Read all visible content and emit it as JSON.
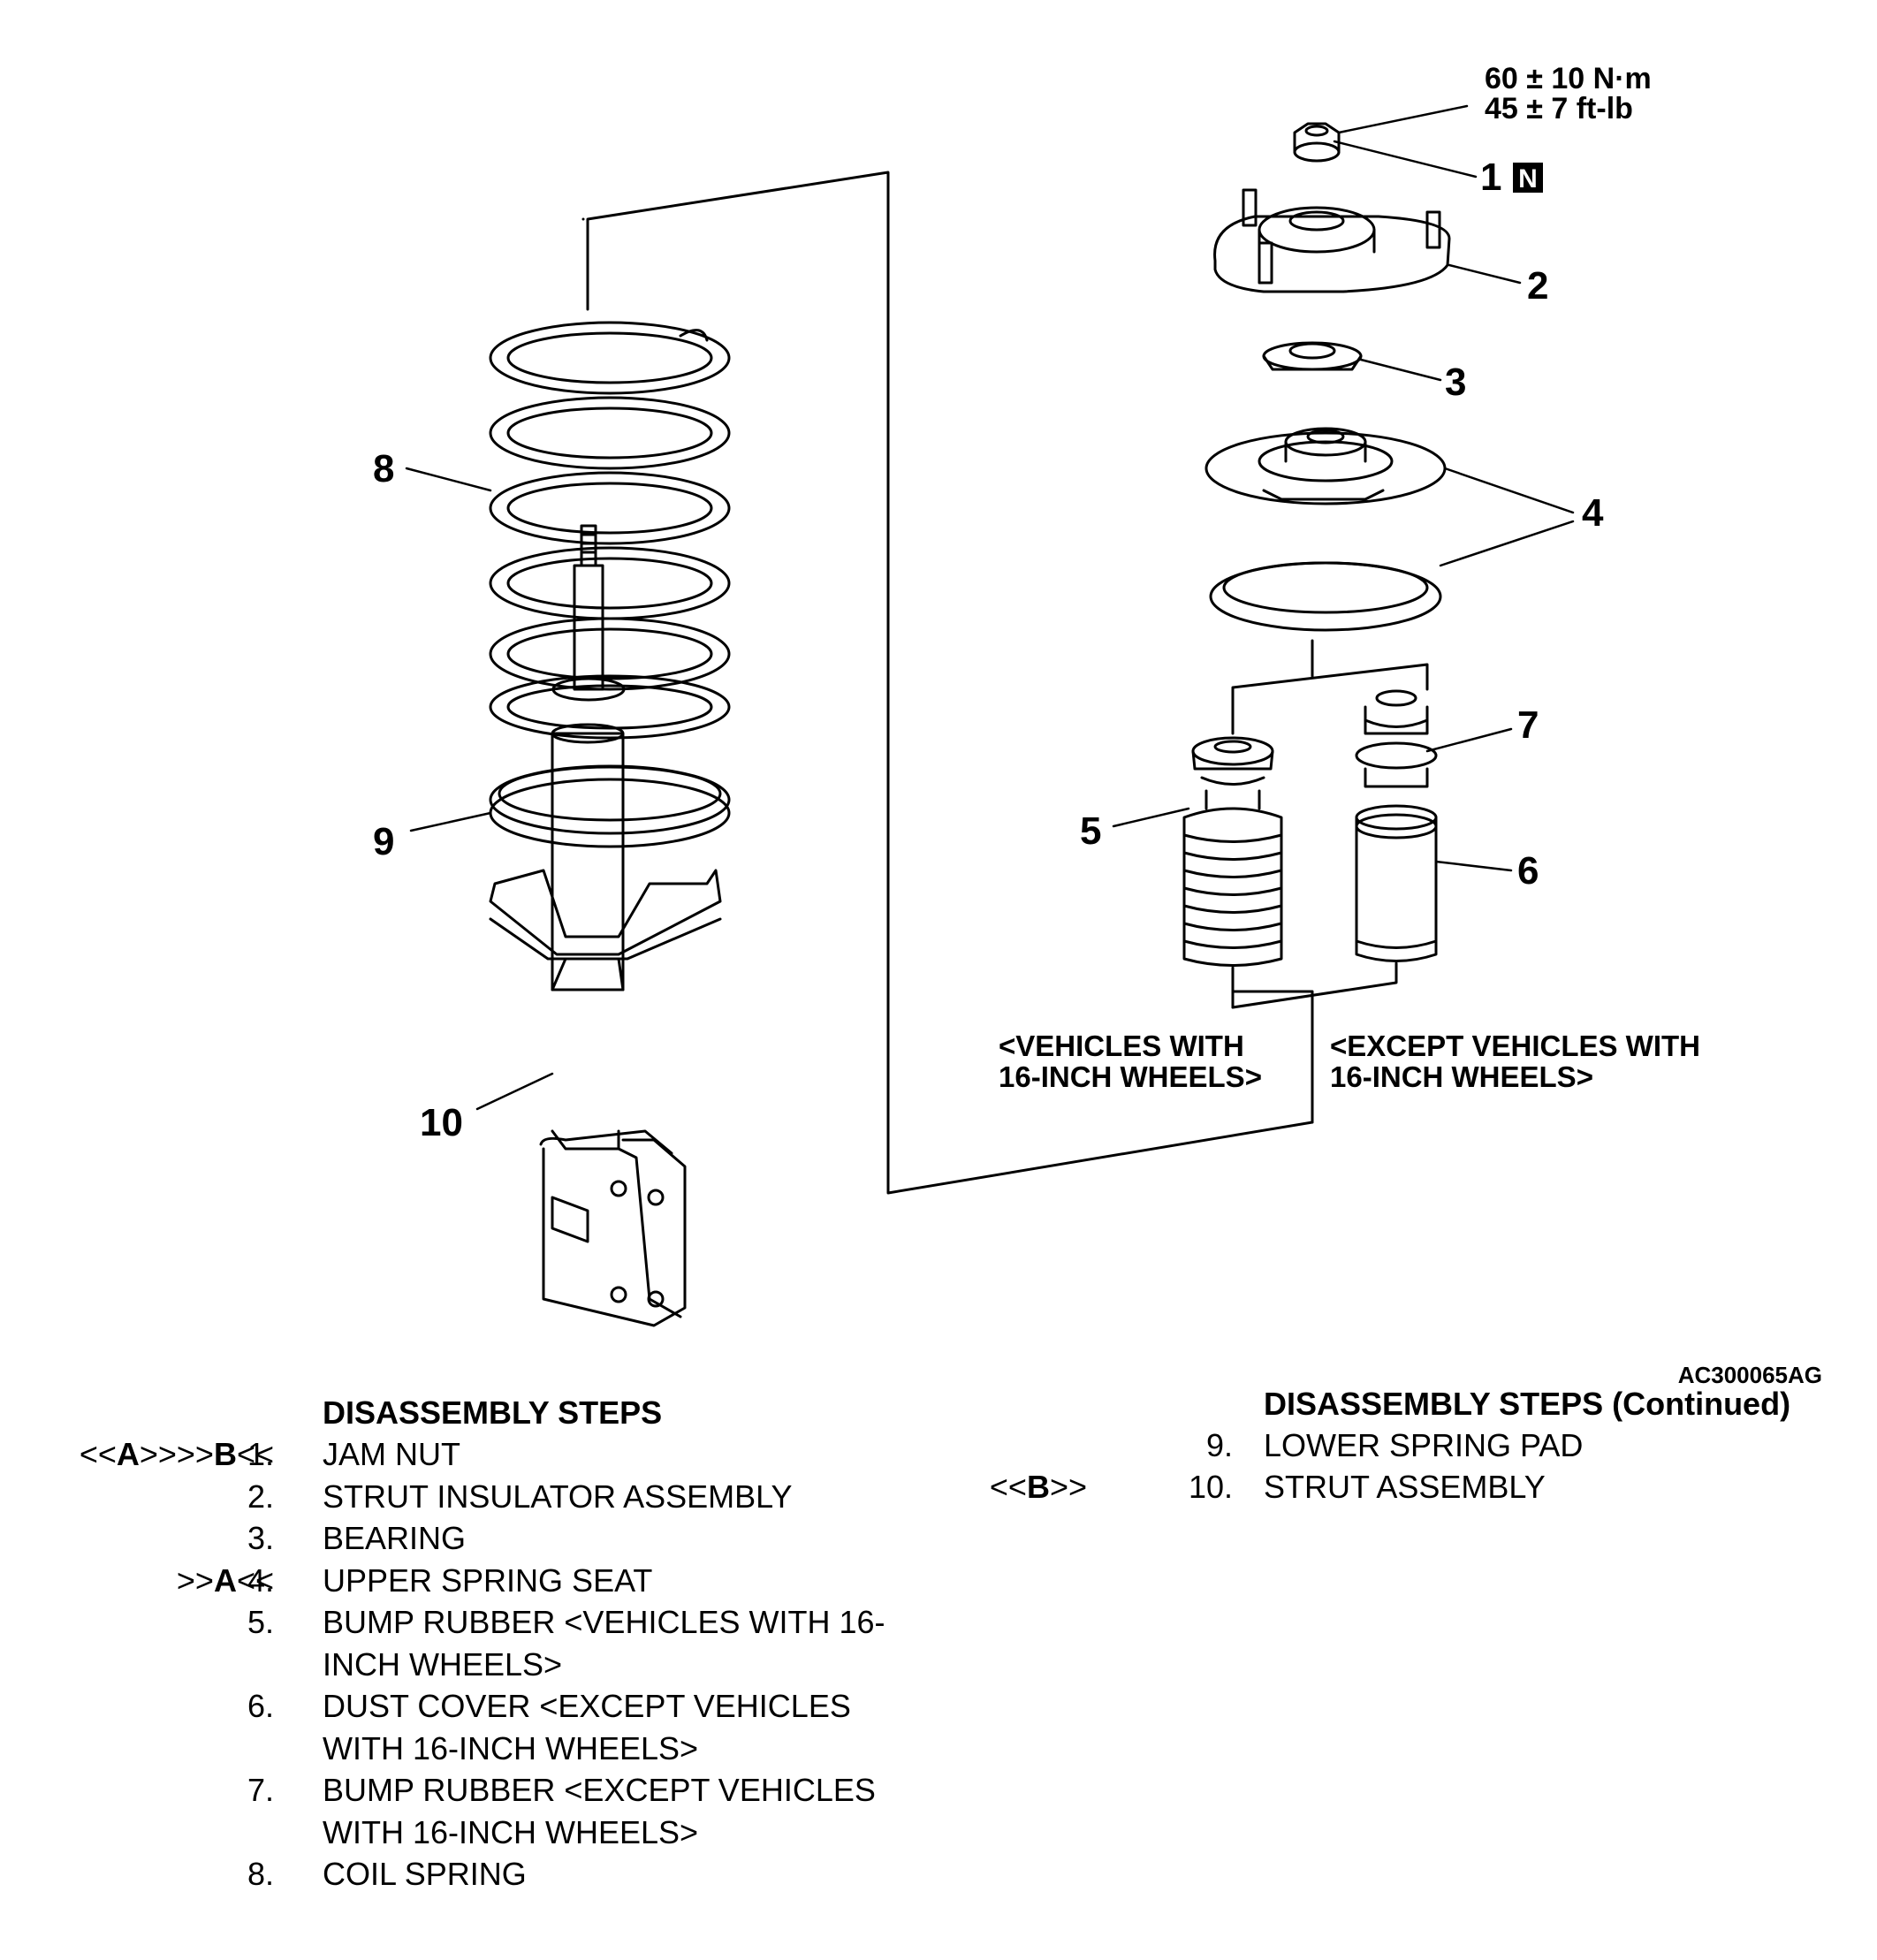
{
  "diagram": {
    "torque": {
      "nm": "60 ± 10 N·m",
      "ftlb": "45 ± 7 ft-lb"
    },
    "callouts": {
      "c1": "1",
      "c1_badge": "N",
      "c2": "2",
      "c3": "3",
      "c4": "4",
      "c5": "5",
      "c6": "6",
      "c7": "7",
      "c8": "8",
      "c9": "9",
      "c10": "10"
    },
    "notes": {
      "vehicles_16": [
        "<VEHICLES WITH",
        "16-INCH WHEELS>"
      ],
      "except_16": [
        "<EXCEPT VEHICLES WITH",
        "16-INCH WHEELS>"
      ]
    },
    "figure_id": "AC300065AG"
  },
  "steps_left": {
    "title": "DISASSEMBLY STEPS",
    "items": [
      {
        "mark_pre1": "<<",
        "mark_l1": "A",
        "mark_mid": ">>>>",
        "mark_l2": "B",
        "mark_post": "<<",
        "num": "1.",
        "lines": [
          "JAM NUT"
        ]
      },
      {
        "num": "2.",
        "lines": [
          "STRUT INSULATOR ASSEMBLY"
        ]
      },
      {
        "num": "3.",
        "lines": [
          "BEARING"
        ]
      },
      {
        "mark_pre1": ">>",
        "mark_l1": "A",
        "mark_post": "<<",
        "num": "4.",
        "lines": [
          "UPPER SPRING SEAT"
        ]
      },
      {
        "num": "5.",
        "lines": [
          "BUMP RUBBER <VEHICLES WITH 16-",
          "INCH WHEELS>"
        ]
      },
      {
        "num": "6.",
        "lines": [
          "DUST COVER <EXCEPT VEHICLES",
          "WITH 16-INCH WHEELS>"
        ]
      },
      {
        "num": "7.",
        "lines": [
          "BUMP RUBBER <EXCEPT VEHICLES",
          "WITH 16-INCH WHEELS>"
        ]
      },
      {
        "num": "8.",
        "lines": [
          "COIL SPRING"
        ]
      }
    ]
  },
  "steps_right": {
    "title": "DISASSEMBLY STEPS (Continued)",
    "items": [
      {
        "num": "9.",
        "lines": [
          "LOWER SPRING PAD"
        ]
      },
      {
        "mark_pre1": "<<",
        "mark_l1": "B",
        "mark_post": ">>",
        "num": "10.",
        "lines": [
          "STRUT ASSEMBLY"
        ]
      }
    ]
  }
}
